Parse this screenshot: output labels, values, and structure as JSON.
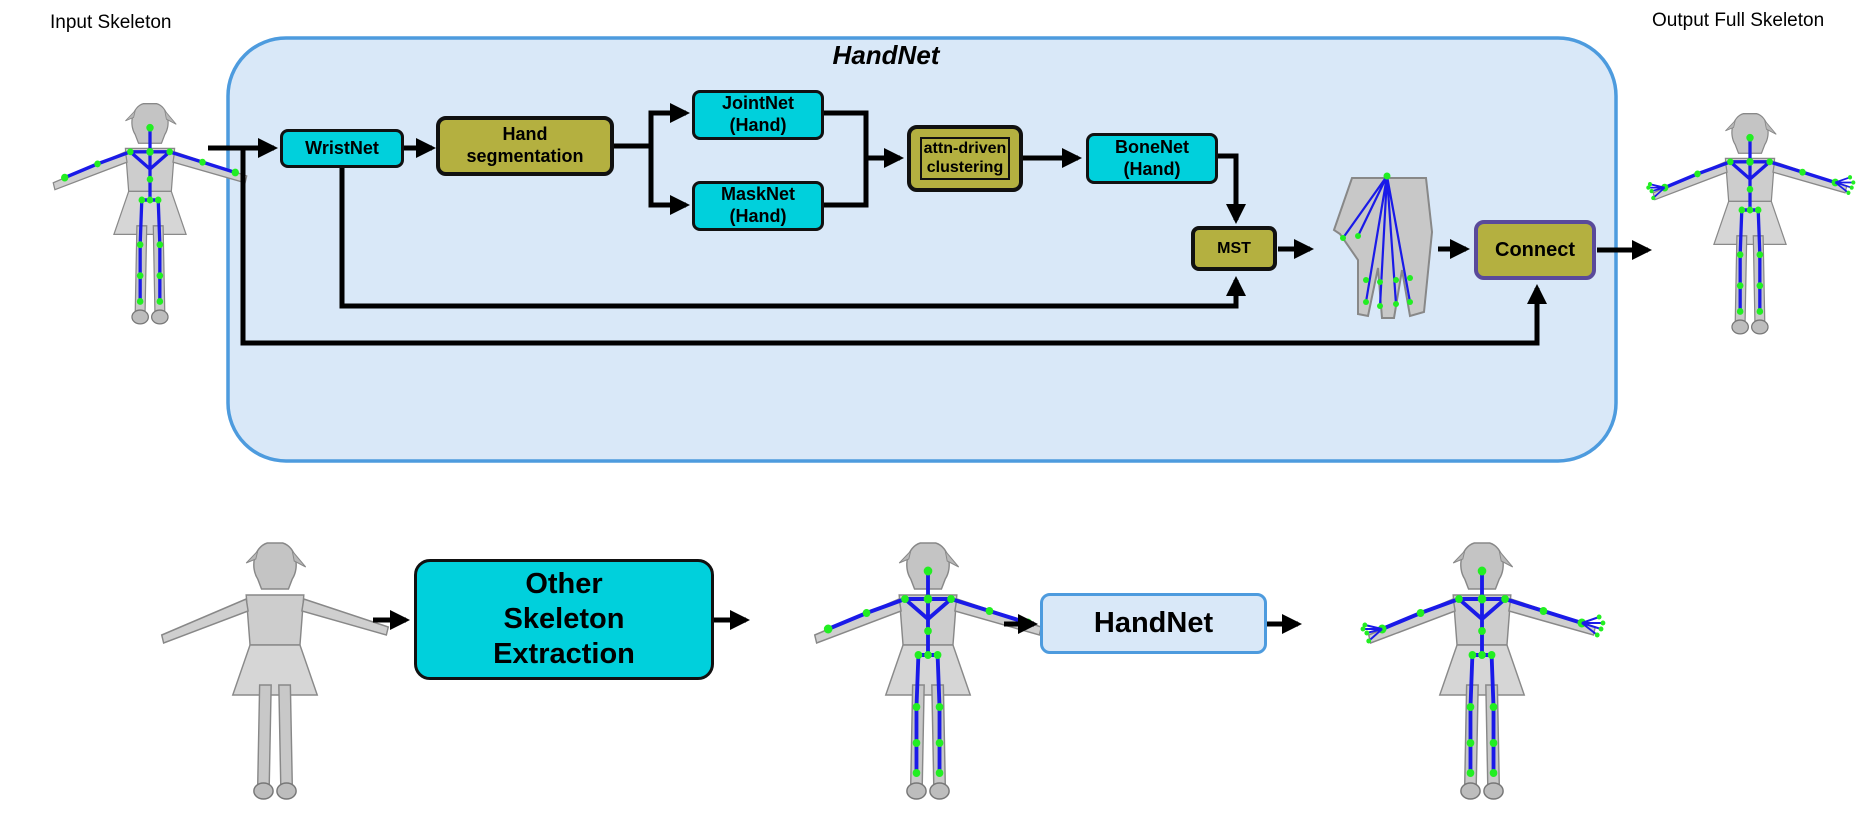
{
  "colors": {
    "panel_fill": "#d9e8f8",
    "panel_border": "#4d9bde",
    "cyan_box": "#00d0dc",
    "olive_box": "#b4b040",
    "connect_border": "#5a4a9a",
    "skeleton_bone": "#1a1ae8",
    "skeleton_joint": "#22ee22",
    "mesh": "#c9c9c9"
  },
  "labels": {
    "input_skeleton": "Input Skeleton",
    "output_full_skeleton": "Output Full Skeleton",
    "handnet_title": "HandNet"
  },
  "nodes": {
    "wristnet": "WristNet",
    "hand_segmentation": "Hand\nsegmentation",
    "jointnet": "JointNet\n(Hand)",
    "masknet": "MaskNet\n(Hand)",
    "clustering": "attn-driven\nclustering",
    "bonenet": "BoneNet\n(Hand)",
    "mst": "MST",
    "connect": "Connect"
  },
  "bottom": {
    "other_extraction": "Other\nSkeleton\nExtraction",
    "handnet": "HandNet"
  },
  "icons": {
    "character": "character-mesh-icon",
    "skeleton": "skeleton-overlay-icon",
    "hand": "hand-mesh-icon"
  }
}
